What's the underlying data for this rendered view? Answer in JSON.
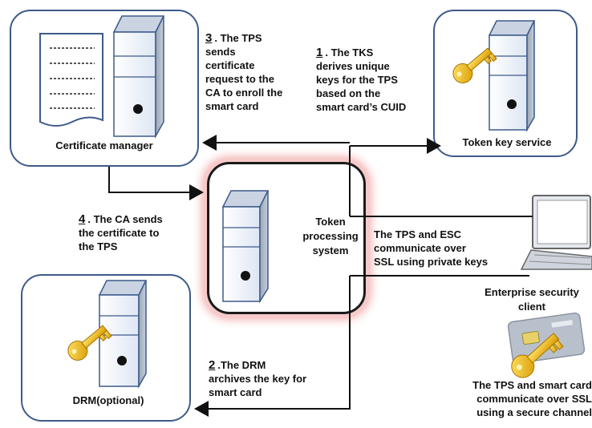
{
  "nodes": {
    "certificate_manager": "Certificate manager",
    "token_key_service": "Token key service",
    "token_processing_system": "Token\nprocessing\nsystem",
    "drm": "DRM(optional)",
    "enterprise_security_client": "Enterprise security\nclient"
  },
  "steps": {
    "step1": {
      "num": "1",
      "text": ". The TKS\nderives unique\nkeys for the TPS\nbased on the\nsmart card’s CUID"
    },
    "step2": {
      "num": "2",
      "text": ".The DRM\narchives the key for\nsmart card"
    },
    "step3": {
      "num": "3",
      "text": ".  The TPS\nsends\ncertificate\nrequest to the\nCA to enroll the\nsmart card"
    },
    "step4": {
      "num": "4",
      "text": ". The CA sends\nthe certificate to\nthe TPS"
    }
  },
  "notes": {
    "ssl_esc": "The TPS and ESC\ncommunicate over\nSSL using private keys",
    "smart_card": "The TPS and smart card\ncommunicate over SSL\nusing a secure channel"
  },
  "colors": {
    "box_border": "#3d5a8a",
    "tps_border": "#1a1a1a",
    "tps_glow": "#f2a6a6",
    "server_body": "#e8eef8",
    "key_gold": "#e8b400"
  }
}
